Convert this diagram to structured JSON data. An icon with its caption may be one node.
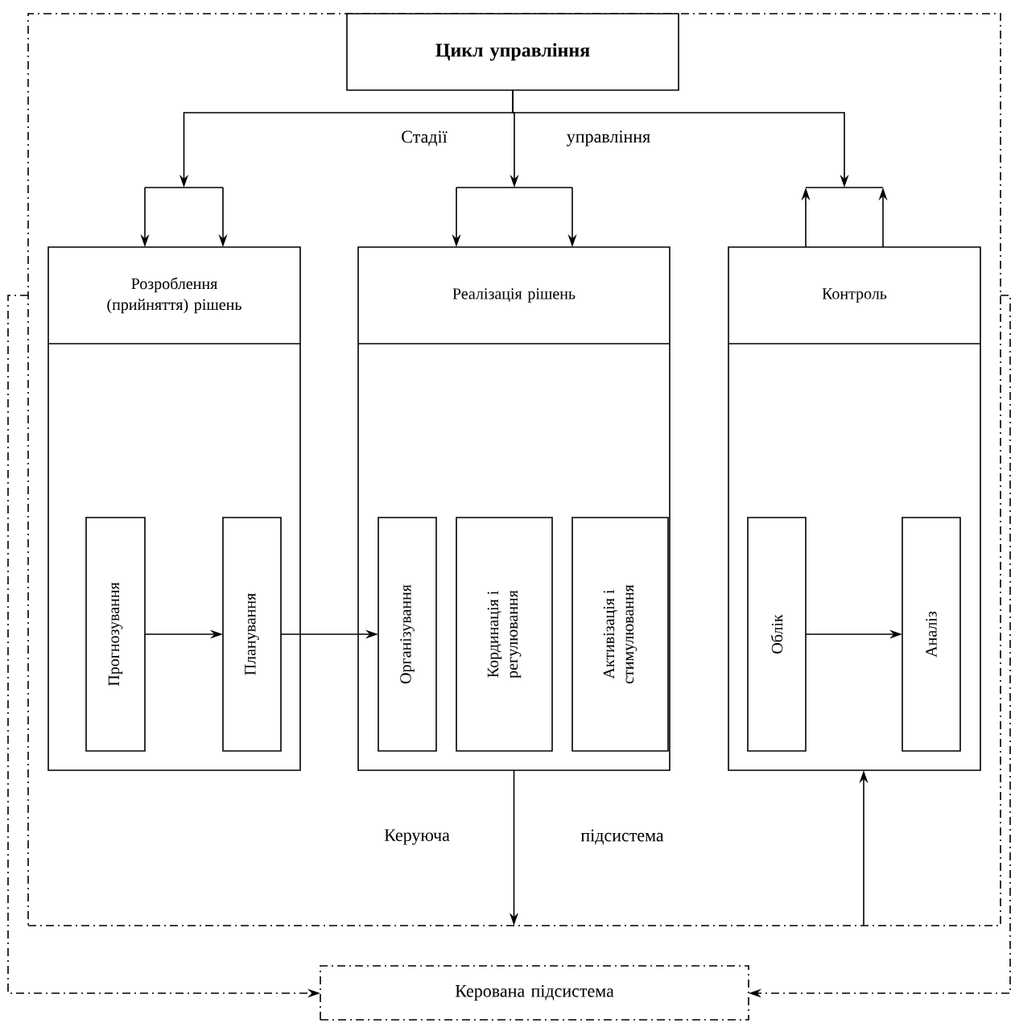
{
  "diagram": {
    "nodes": [
      {
        "text": [],
        "shape": "box"
      },
      {
        "text": [
          "Цикл управління"
        ],
        "in": 0
      },
      {
        "text": [
          "Розроблення (прийняття) рішень"
        ],
        "in": 0
      },
      {
        "text": [
          "Реалізація рішень"
        ],
        "in": 0
      },
      {
        "text": [
          "Контроль"
        ],
        "in": 0
      },
      {
        "text": [
          "Прогнозування"
        ],
        "in": 2
      },
      {
        "text": [
          "Планування"
        ],
        "in": 2
      },
      {
        "text": [
          "Організування"
        ],
        "in": 3
      },
      {
        "text": [
          "Кординація і регулювання"
        ],
        "in": 3
      },
      {
        "text": [
          "Активізація і стимулювання"
        ],
        "in": 3
      },
      {
        "text": [
          "Облік"
        ],
        "in": 4
      },
      {
        "text": [
          "Аналіз"
        ],
        "in": 4
      },
      {
        "text": [
          "Керована підсистема"
        ]
      },
      {
        "text": [],
        "shape": "bar",
        "in": 0
      },
      {
        "text": [],
        "shape": "bar",
        "in": 0
      },
      {
        "text": [],
        "shape": "bar",
        "in": 0
      }
    ],
    "edges": [
      {
        "from": 1,
        "to": 13,
        "arrow": "to"
      },
      {
        "from": 1,
        "to": 14,
        "arrow": "to"
      },
      {
        "from": 1,
        "to": 15,
        "arrow": "to"
      },
      {
        "from": 13,
        "to": 2,
        "arrow": "to"
      },
      {
        "from": 13,
        "to": 2,
        "arrow": "to"
      },
      {
        "from": 14,
        "to": 3,
        "arrow": "to"
      },
      {
        "from": 14,
        "to": 3,
        "arrow": "to"
      },
      {
        "from": 4,
        "to": 15,
        "arrow": "to"
      },
      {
        "from": 4,
        "to": 15,
        "arrow": "to"
      },
      {
        "from": 5,
        "to": 6,
        "arrow": "to"
      },
      {
        "from": 6,
        "to": 7,
        "arrow": "to"
      },
      {
        "from": 10,
        "to": 11,
        "arrow": "to"
      },
      {
        "from": 3,
        "to": 0,
        "arrow": "to"
      },
      {
        "from": 0,
        "to": 4,
        "arrow": "to"
      },
      {
        "from": 0,
        "to": 12,
        "arrow": "to",
        "style": "dashed"
      },
      {
        "from": 0,
        "to": 12,
        "arrow": "to",
        "style": "dashed"
      }
    ],
    "labels": [
      "Стадії",
      "управління",
      "Керуюча",
      "підсистема"
    ]
  }
}
